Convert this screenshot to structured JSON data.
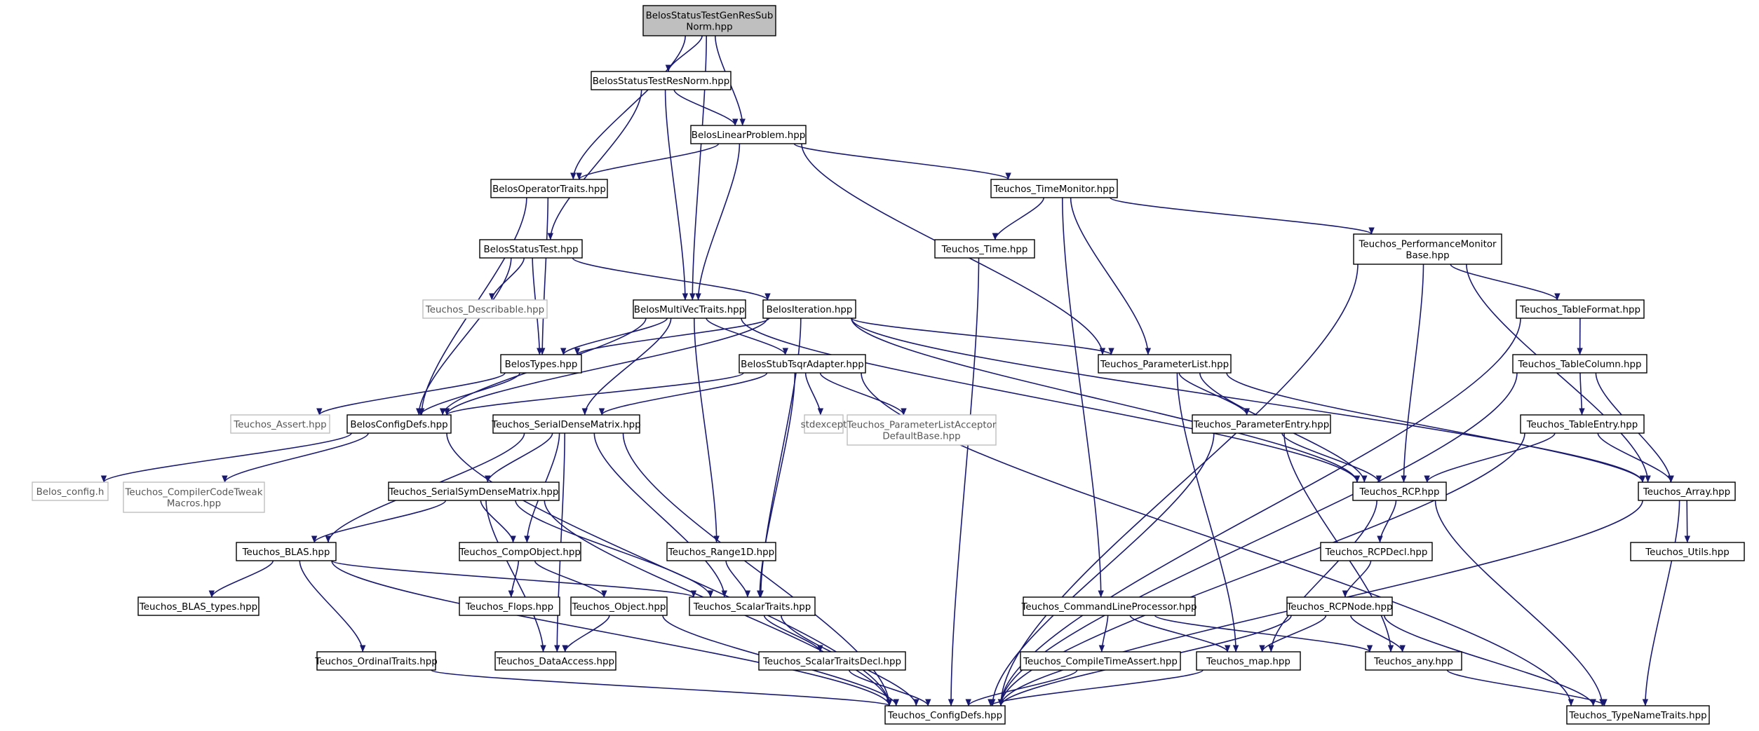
{
  "graph": {
    "nodes": {
      "root": {
        "lines": [
          "BelosStatusTestGenResSub",
          "Norm.hpp"
        ],
        "kind": "root"
      },
      "resnorm": {
        "lines": [
          "BelosStatusTestResNorm.hpp"
        ]
      },
      "linprob": {
        "lines": [
          "BelosLinearProblem.hpp"
        ]
      },
      "optraits": {
        "lines": [
          "BelosOperatorTraits.hpp"
        ]
      },
      "timemon": {
        "lines": [
          "Teuchos_TimeMonitor.hpp"
        ]
      },
      "statustest": {
        "lines": [
          "BelosStatusTest.hpp"
        ]
      },
      "time": {
        "lines": [
          "Teuchos_Time.hpp"
        ]
      },
      "perfmon": {
        "lines": [
          "Teuchos_PerformanceMonitor",
          "Base.hpp"
        ]
      },
      "describable": {
        "lines": [
          "Teuchos_Describable.hpp"
        ],
        "kind": "ext"
      },
      "multivec": {
        "lines": [
          "BelosMultiVecTraits.hpp"
        ]
      },
      "iteration": {
        "lines": [
          "BelosIteration.hpp"
        ]
      },
      "tableformat": {
        "lines": [
          "Teuchos_TableFormat.hpp"
        ]
      },
      "types": {
        "lines": [
          "BelosTypes.hpp"
        ]
      },
      "tsqr": {
        "lines": [
          "BelosStubTsqrAdapter.hpp"
        ]
      },
      "paramlist": {
        "lines": [
          "Teuchos_ParameterList.hpp"
        ]
      },
      "tablecolumn": {
        "lines": [
          "Teuchos_TableColumn.hpp"
        ]
      },
      "assert": {
        "lines": [
          "Teuchos_Assert.hpp"
        ],
        "kind": "ext"
      },
      "configdefs": {
        "lines": [
          "BelosConfigDefs.hpp"
        ]
      },
      "serialdense": {
        "lines": [
          "Teuchos_SerialDenseMatrix.hpp"
        ]
      },
      "stdexcept": {
        "lines": [
          "stdexcept"
        ],
        "kind": "ext"
      },
      "plistacceptor": {
        "lines": [
          "Teuchos_ParameterListAcceptor",
          "DefaultBase.hpp"
        ],
        "kind": "ext"
      },
      "paramentry": {
        "lines": [
          "Teuchos_ParameterEntry.hpp"
        ]
      },
      "tableentry": {
        "lines": [
          "Teuchos_TableEntry.hpp"
        ]
      },
      "belosconfig": {
        "lines": [
          "Belos_config.h"
        ],
        "kind": "ext"
      },
      "compilertweak": {
        "lines": [
          "Teuchos_CompilerCodeTweak",
          "Macros.hpp"
        ],
        "kind": "ext"
      },
      "serialsym": {
        "lines": [
          "Teuchos_SerialSymDenseMatrix.hpp"
        ]
      },
      "rcp": {
        "lines": [
          "Teuchos_RCP.hpp"
        ]
      },
      "array": {
        "lines": [
          "Teuchos_Array.hpp"
        ]
      },
      "blas": {
        "lines": [
          "Teuchos_BLAS.hpp"
        ]
      },
      "compobject": {
        "lines": [
          "Teuchos_CompObject.hpp"
        ]
      },
      "range1d": {
        "lines": [
          "Teuchos_Range1D.hpp"
        ]
      },
      "rcpdecl": {
        "lines": [
          "Teuchos_RCPDecl.hpp"
        ]
      },
      "utils": {
        "lines": [
          "Teuchos_Utils.hpp"
        ]
      },
      "blastypes": {
        "lines": [
          "Teuchos_BLAS_types.hpp"
        ]
      },
      "flops": {
        "lines": [
          "Teuchos_Flops.hpp"
        ]
      },
      "object": {
        "lines": [
          "Teuchos_Object.hpp"
        ]
      },
      "scalartraits": {
        "lines": [
          "Teuchos_ScalarTraits.hpp"
        ]
      },
      "cmdline": {
        "lines": [
          "Teuchos_CommandLineProcessor.hpp"
        ]
      },
      "rcpnode": {
        "lines": [
          "Teuchos_RCPNode.hpp"
        ]
      },
      "ordinal": {
        "lines": [
          "Teuchos_OrdinalTraits.hpp"
        ]
      },
      "dataaccess": {
        "lines": [
          "Teuchos_DataAccess.hpp"
        ]
      },
      "scalardecl": {
        "lines": [
          "Teuchos_ScalarTraitsDecl.hpp"
        ]
      },
      "ctassert": {
        "lines": [
          "Teuchos_CompileTimeAssert.hpp"
        ]
      },
      "map": {
        "lines": [
          "Teuchos_map.hpp"
        ]
      },
      "any": {
        "lines": [
          "Teuchos_any.hpp"
        ]
      },
      "teuchosconfig": {
        "lines": [
          "Teuchos_ConfigDefs.hpp"
        ]
      },
      "typename": {
        "lines": [
          "Teuchos_TypeNameTraits.hpp"
        ]
      }
    },
    "edges": [
      [
        "root",
        "resnorm"
      ],
      [
        "root",
        "linprob"
      ],
      [
        "root",
        "optraits"
      ],
      [
        "root",
        "multivec"
      ],
      [
        "resnorm",
        "linprob"
      ],
      [
        "resnorm",
        "statustest"
      ],
      [
        "resnorm",
        "multivec"
      ],
      [
        "linprob",
        "optraits"
      ],
      [
        "linprob",
        "timemon"
      ],
      [
        "linprob",
        "multivec"
      ],
      [
        "linprob",
        "paramlist"
      ],
      [
        "optraits",
        "types"
      ],
      [
        "optraits",
        "configdefs"
      ],
      [
        "timemon",
        "time"
      ],
      [
        "timemon",
        "perfmon"
      ],
      [
        "timemon",
        "paramlist"
      ],
      [
        "timemon",
        "cmdline"
      ],
      [
        "statustest",
        "describable"
      ],
      [
        "statustest",
        "types"
      ],
      [
        "statustest",
        "configdefs"
      ],
      [
        "statustest",
        "iteration"
      ],
      [
        "time",
        "teuchosconfig"
      ],
      [
        "perfmon",
        "tableformat"
      ],
      [
        "perfmon",
        "array"
      ],
      [
        "perfmon",
        "rcp"
      ],
      [
        "perfmon",
        "teuchosconfig"
      ],
      [
        "multivec",
        "types"
      ],
      [
        "multivec",
        "configdefs"
      ],
      [
        "multivec",
        "tsqr"
      ],
      [
        "multivec",
        "serialdense"
      ],
      [
        "multivec",
        "range1d"
      ],
      [
        "multivec",
        "rcp"
      ],
      [
        "iteration",
        "types"
      ],
      [
        "iteration",
        "configdefs"
      ],
      [
        "iteration",
        "paramlist"
      ],
      [
        "iteration",
        "rcp"
      ],
      [
        "iteration",
        "array"
      ],
      [
        "iteration",
        "scalartraits"
      ],
      [
        "tableformat",
        "tablecolumn"
      ],
      [
        "tableformat",
        "teuchosconfig"
      ],
      [
        "types",
        "assert"
      ],
      [
        "types",
        "configdefs"
      ],
      [
        "tsqr",
        "configdefs"
      ],
      [
        "tsqr",
        "serialdense"
      ],
      [
        "tsqr",
        "stdexcept"
      ],
      [
        "tsqr",
        "plistacceptor"
      ],
      [
        "tsqr",
        "scalartraits"
      ],
      [
        "tsqr",
        "typename"
      ],
      [
        "paramlist",
        "paramentry"
      ],
      [
        "paramlist",
        "rcp"
      ],
      [
        "paramlist",
        "array"
      ],
      [
        "paramlist",
        "map"
      ],
      [
        "tablecolumn",
        "tableentry"
      ],
      [
        "tablecolumn",
        "array"
      ],
      [
        "tablecolumn",
        "teuchosconfig"
      ],
      [
        "configdefs",
        "belosconfig"
      ],
      [
        "configdefs",
        "compilertweak"
      ],
      [
        "configdefs",
        "teuchosconfig"
      ],
      [
        "serialdense",
        "serialsym"
      ],
      [
        "serialdense",
        "blas"
      ],
      [
        "serialdense",
        "compobject"
      ],
      [
        "serialdense",
        "dataaccess"
      ],
      [
        "serialdense",
        "scalartraits"
      ],
      [
        "serialdense",
        "teuchosconfig"
      ],
      [
        "paramentry",
        "rcp"
      ],
      [
        "paramentry",
        "any"
      ],
      [
        "paramentry",
        "teuchosconfig"
      ],
      [
        "tableentry",
        "rcp"
      ],
      [
        "tableentry",
        "array"
      ],
      [
        "tableentry",
        "teuchosconfig"
      ],
      [
        "serialsym",
        "blas"
      ],
      [
        "serialsym",
        "compobject"
      ],
      [
        "serialsym",
        "scalartraits"
      ],
      [
        "serialsym",
        "dataaccess"
      ],
      [
        "serialsym",
        "teuchosconfig"
      ],
      [
        "rcp",
        "rcpdecl"
      ],
      [
        "rcp",
        "map"
      ],
      [
        "rcp",
        "typename"
      ],
      [
        "array",
        "utils"
      ],
      [
        "array",
        "teuchosconfig"
      ],
      [
        "array",
        "typename"
      ],
      [
        "blas",
        "blastypes"
      ],
      [
        "blas",
        "ordinal"
      ],
      [
        "blas",
        "scalartraits"
      ],
      [
        "blas",
        "teuchosconfig"
      ],
      [
        "compobject",
        "flops"
      ],
      [
        "compobject",
        "object"
      ],
      [
        "range1d",
        "scalartraits"
      ],
      [
        "rcpdecl",
        "rcpnode"
      ],
      [
        "object",
        "dataaccess"
      ],
      [
        "object",
        "teuchosconfig"
      ],
      [
        "scalartraits",
        "scalardecl"
      ],
      [
        "scalartraits",
        "teuchosconfig"
      ],
      [
        "cmdline",
        "ctassert"
      ],
      [
        "cmdline",
        "map"
      ],
      [
        "cmdline",
        "any"
      ],
      [
        "rcpnode",
        "map"
      ],
      [
        "rcpnode",
        "any"
      ],
      [
        "rcpnode",
        "typename"
      ],
      [
        "rcpnode",
        "teuchosconfig"
      ],
      [
        "ordinal",
        "teuchosconfig"
      ],
      [
        "scalardecl",
        "teuchosconfig"
      ],
      [
        "ctassert",
        "teuchosconfig"
      ],
      [
        "map",
        "teuchosconfig"
      ],
      [
        "any",
        "typename"
      ]
    ]
  }
}
